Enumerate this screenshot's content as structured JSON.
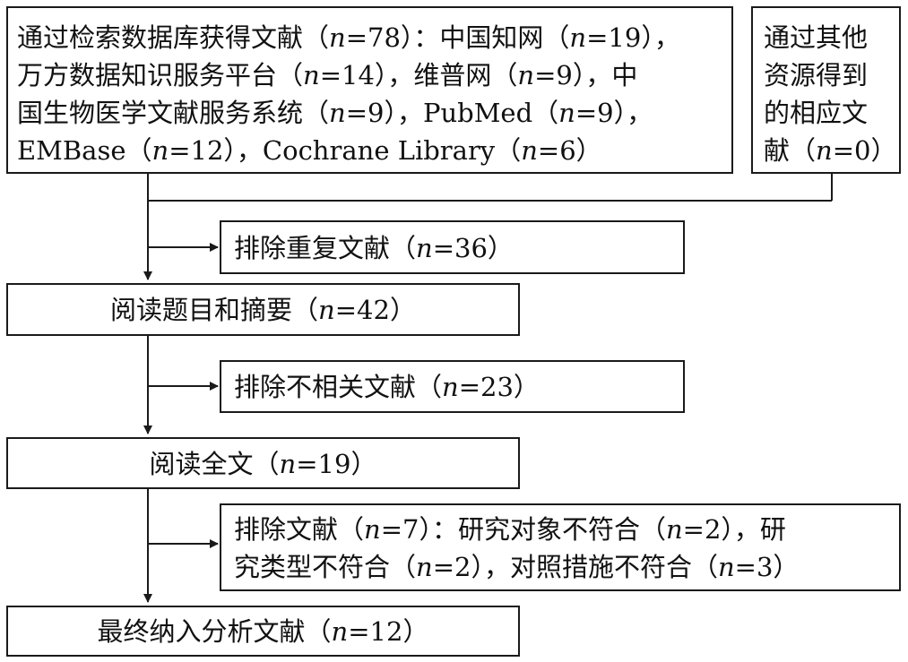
{
  "boxes": {
    "db_search": {
      "lines": [
        "通过检索数据库获得文献（n=78）：中国知网（n=19），",
        "万方数据知识服务平台（n=14），维普网（n=9），中",
        "国生物医学文献服务系统（n=9），PubMed（n=9），",
        "EMBase（n=12），Cochrane Library（n=6）"
      ]
    },
    "other_sources": {
      "lines": [
        "通过其他",
        "资源得到",
        "的相应文",
        "献（n=0）"
      ]
    },
    "exclude_duplicates": {
      "text": "排除重复文献（n=36）"
    },
    "read_title_abstract": {
      "text": "阅读题目和摘要（n=42）"
    },
    "exclude_irrelevant": {
      "text": "排除不相关文献（n=23）"
    },
    "read_fulltext": {
      "text": "阅读全文（n=19）"
    },
    "exclude_fulltext": {
      "lines": [
        "排除文献（n=7）：研究对象不符合（n=2），研",
        "究类型不符合（n=2），对照措施不符合（n=3）"
      ]
    },
    "final_included": {
      "text": "最终纳入分析文献（n=12）"
    }
  },
  "colors": {
    "line": "#1a1a1a",
    "text": "#111111",
    "background": "#ffffff"
  }
}
